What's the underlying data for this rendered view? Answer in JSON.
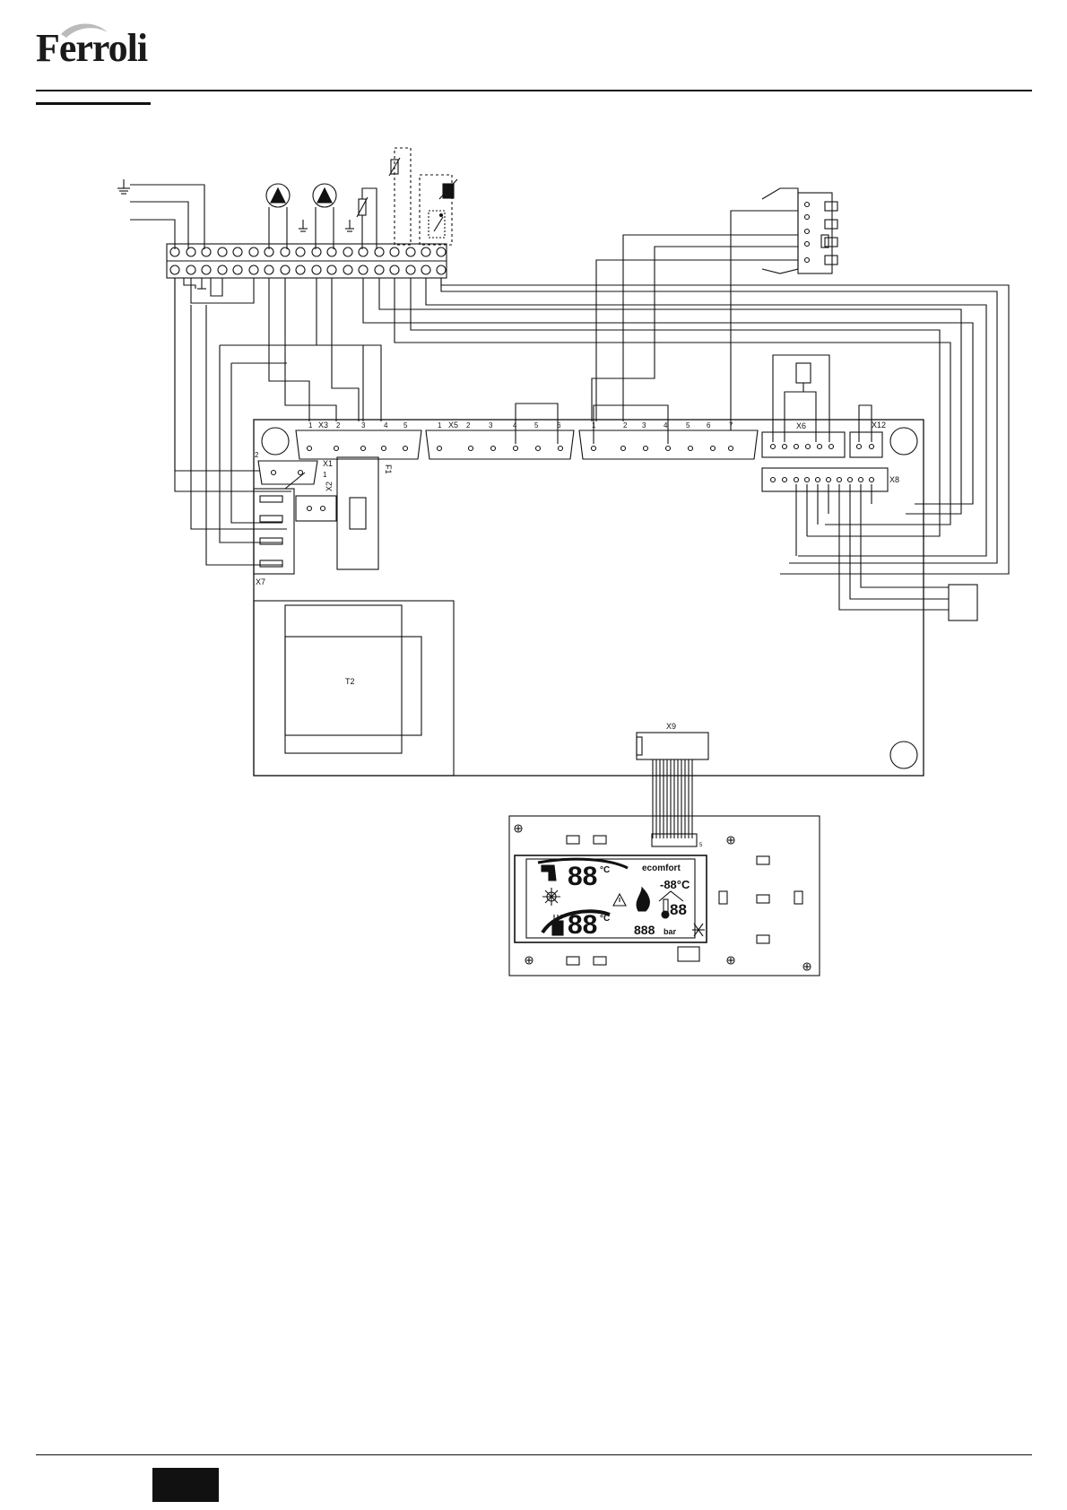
{
  "brand": {
    "logo_text": "Ferroli"
  },
  "diagram": {
    "connectors": {
      "x3": "X3",
      "x5": "X5",
      "x6": "X6",
      "x12": "X12",
      "x8": "X8",
      "x1": "X1",
      "x2": "X2",
      "f1": "F1",
      "x7": "X7",
      "t2": "T2",
      "x9": "X9"
    },
    "x3_pins": [
      "1",
      "2",
      "3",
      "4",
      "5"
    ],
    "x5_pins": [
      "1",
      "2",
      "3",
      "4",
      "5",
      "6"
    ],
    "x4_pins": [
      "1",
      "2",
      "3",
      "4",
      "5",
      "6",
      "7"
    ],
    "x1_pins": [
      "2",
      "1"
    ],
    "display": {
      "temp_top": "88",
      "temp_bottom": "88",
      "unit_c": "°C",
      "brand_word": "ecomfort",
      "room_temp": "-88°C",
      "small_digits": "88",
      "pressure": "888",
      "pressure_unit": "bar",
      "connector_pin": "5"
    }
  }
}
